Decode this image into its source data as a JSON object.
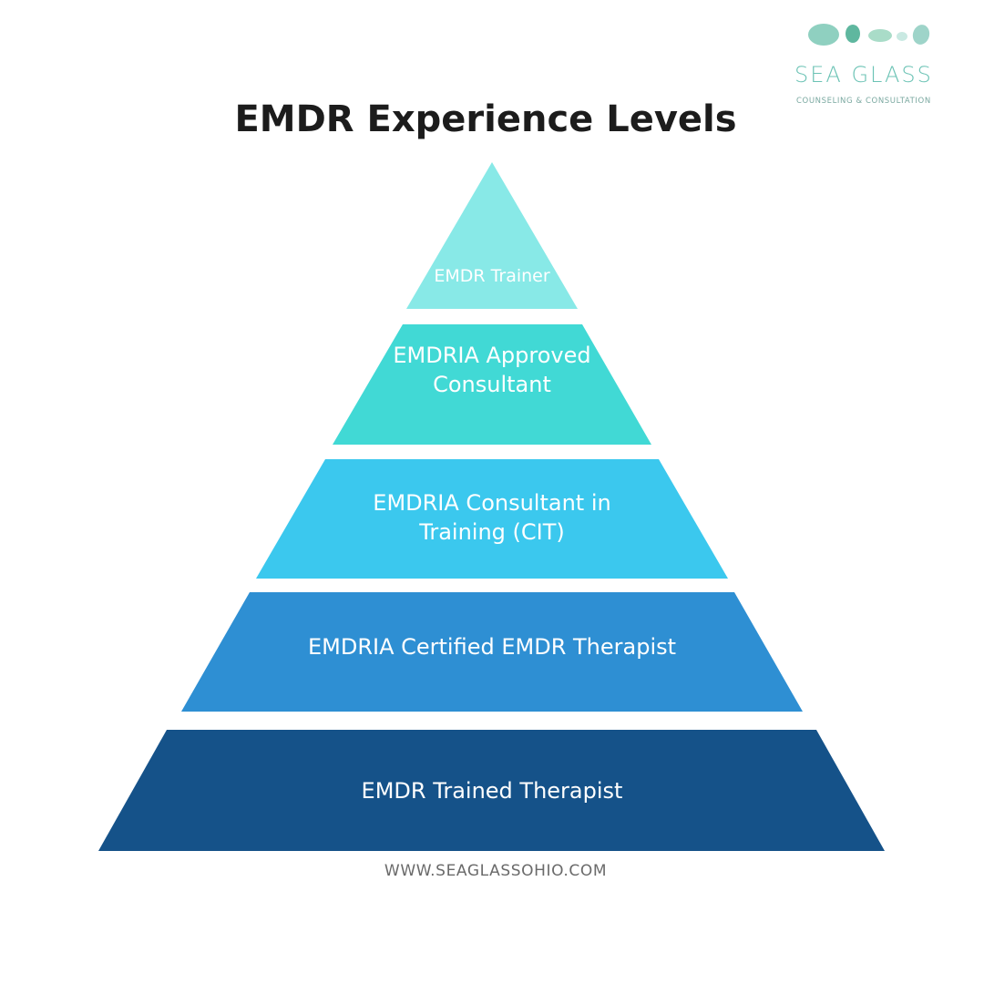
{
  "logo": {
    "name": "SEA GLASS",
    "tagline": "COUNSELING & CONSULTATION",
    "colors": [
      "#8fd0c0",
      "#5fb79f",
      "#a9dcc8",
      "#c9e9e2",
      "#9ed4c9"
    ]
  },
  "title": "EMDR Experience Levels",
  "pyramid": {
    "tiers": [
      {
        "label": "EMDR Trainer",
        "color": "#88e9e7"
      },
      {
        "label": "EMDRIA Approved Consultant",
        "color": "#41d9d5"
      },
      {
        "label": "EMDRIA Consultant in Training (CIT)",
        "color": "#3bc8ee"
      },
      {
        "label": "EMDRIA Certified EMDR Therapist",
        "color": "#2e8fd3"
      },
      {
        "label": "EMDR Trained Therapist",
        "color": "#155289"
      }
    ]
  },
  "footer": {
    "url": "WWW.SEAGLASSOHIO.COM"
  }
}
